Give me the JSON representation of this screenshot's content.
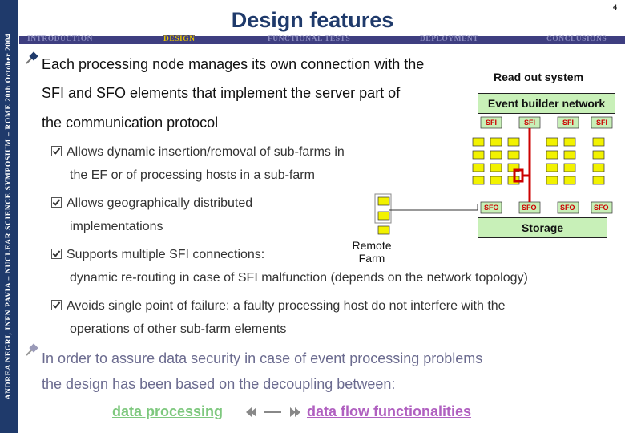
{
  "page": {
    "title": "Design features",
    "page_number": "4",
    "sidebar_text": "ANDREA NEGRI,  INFN PAVIA  –  NUCLEAR SCIENCE SYMPOSIUM  –  ROME  20th October  2004"
  },
  "nav": {
    "items": [
      "INTRODUCTION",
      "DESIGN",
      "FUNCTIONAL TESTS",
      "DEPLOYMENT",
      "CONCLUSIONS"
    ],
    "active_index": 1
  },
  "content": {
    "intro_lines": [
      "Each processing node manages its own connection with the",
      "SFI and SFO elements that implement the server part of",
      "the communication protocol"
    ],
    "b1_lines": [
      "Allows dynamic insertion/removal of sub-farms in",
      "the EF or of processing hosts in a sub-farm"
    ],
    "b2_lines": [
      "Allows geographically distributed",
      "implementations"
    ],
    "b3_line1": "Supports multiple SFI connections:",
    "b3_line2": "dynamic re-routing in case of SFI malfunction (depends on the network topology)",
    "b4_lines": [
      "Avoids single point of failure: a faulty processing host do not interfere with the",
      "operations of other sub-farm elements"
    ],
    "security_lines": [
      "In order to assure data security in case of event processing problems",
      "the design has been based on the decoupling between:"
    ],
    "link_left": "data processing",
    "link_right": "data flow functionalities"
  },
  "diagram": {
    "readout": "Read out system",
    "ebn": "Event builder network",
    "sfi_labels": [
      "SFI",
      "SFI",
      "SFI",
      "SFI"
    ],
    "sfo_labels": [
      "SFO",
      "SFO",
      "SFO",
      "SFO"
    ],
    "storage": "Storage",
    "remote_farm": [
      "Remote",
      "Farm"
    ],
    "colors": {
      "processor": "#f2f200",
      "box": "#c8f0b8",
      "link_red": "#cc0000"
    }
  }
}
